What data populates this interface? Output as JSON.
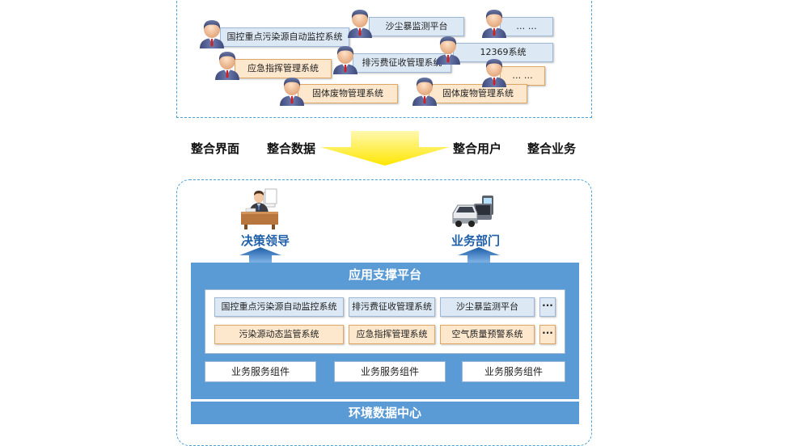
{
  "top_systems": {
    "s1": "国控重点污染源自动监控系统",
    "s2": "沙尘暴监测平台",
    "s3": "… …",
    "s4": "应急指挥管理系统",
    "s5": "排污费征收管理系统",
    "s6": "12369系统",
    "s7": "… …",
    "s8": "固体废物管理系统",
    "s9": "固体废物管理系统"
  },
  "integration": {
    "i1": "整合界面",
    "i2": "整合数据",
    "i3": "整合用户",
    "i4": "整合业务"
  },
  "roles": {
    "leader": "决策领导",
    "dept": "业务部门"
  },
  "platform": {
    "title": "应用支撑平台",
    "row1": [
      "国控重点污染源自动监控系统",
      "排污费征收管理系统",
      "沙尘暴监测平台",
      "···"
    ],
    "row2": [
      "污染源动态监管系统",
      "应急指挥管理系统",
      "空气质量预警系统",
      "···"
    ],
    "components": [
      "业务服务组件",
      "业务服务组件",
      "业务服务组件"
    ],
    "data_center": "环境数据中心"
  },
  "colors": {
    "platform_blue": "#5b9bd5",
    "system_blue_fill": "#dce9f5",
    "system_orange_fill": "#fde8cd",
    "arrow_yellow": "#ffe600",
    "dashed_border": "#4aa3d8",
    "role_text": "#1f5fa8"
  },
  "icons": {
    "user": "user-avatar-icon",
    "leader": "executive-at-desk-icon",
    "dept": "vehicles-devices-icon"
  }
}
